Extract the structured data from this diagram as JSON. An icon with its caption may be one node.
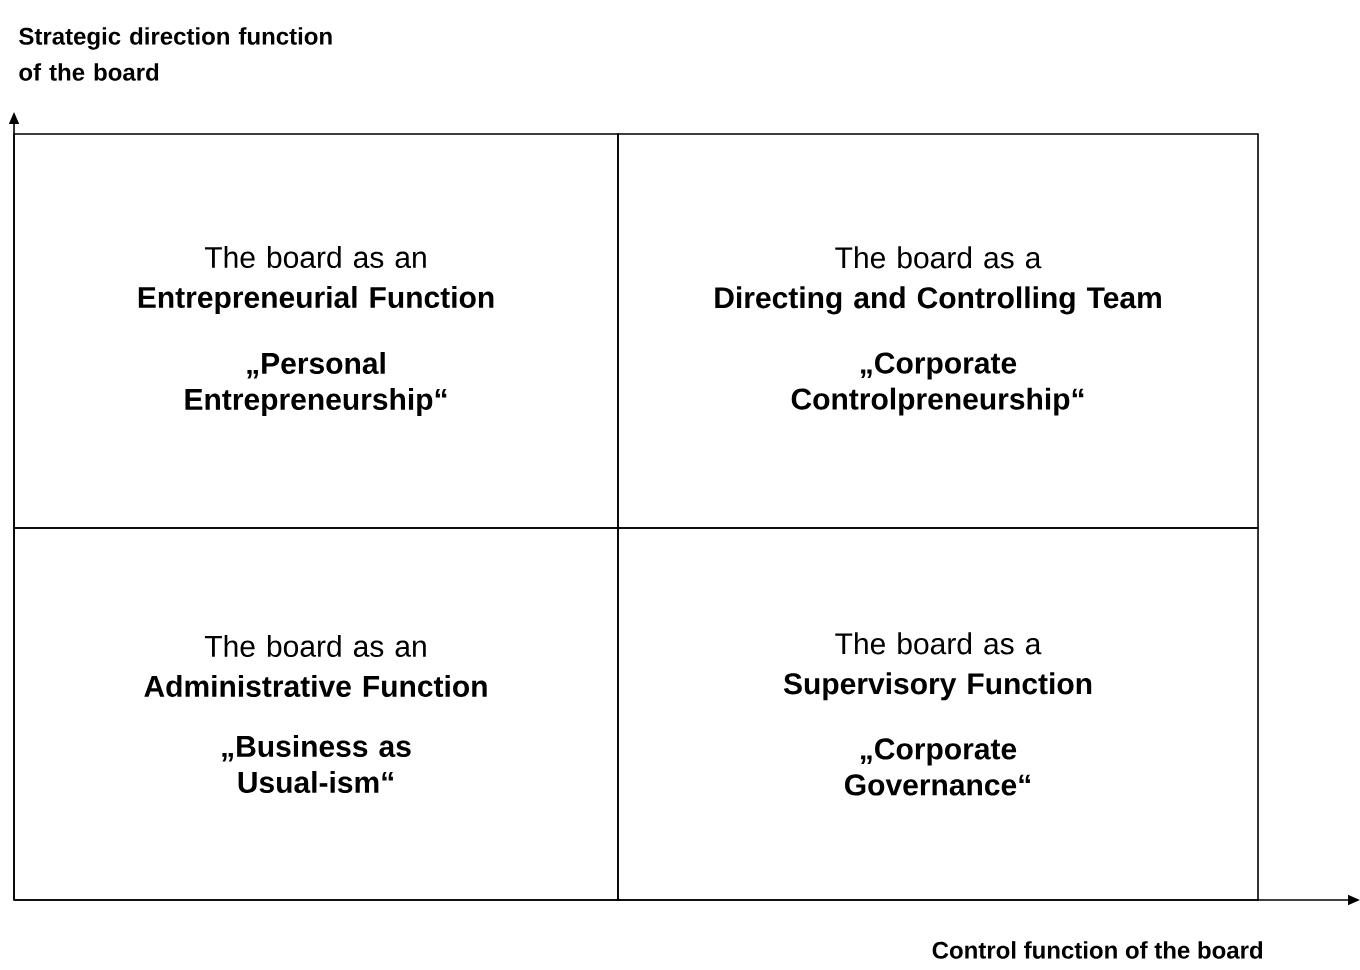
{
  "diagram": {
    "nodes": [
      {
        "text": [
          "The board as an",
          "Entrepreneurial Function",
          "„Personal Entrepreneurship“"
        ]
      },
      {
        "text": [
          "The board as a",
          "Directing and Controlling  Team",
          "„Corporate Controlpreneurship“"
        ]
      },
      {
        "text": [
          "The board as an",
          "Administrative Function",
          "„Business as Usual-ism“"
        ]
      },
      {
        "text": [
          "The board as a",
          "Supervisory Function",
          "„Corporate Governance“"
        ]
      }
    ],
    "labels": [
      "Strategic direction function of the board",
      "Control function of the board"
    ]
  }
}
